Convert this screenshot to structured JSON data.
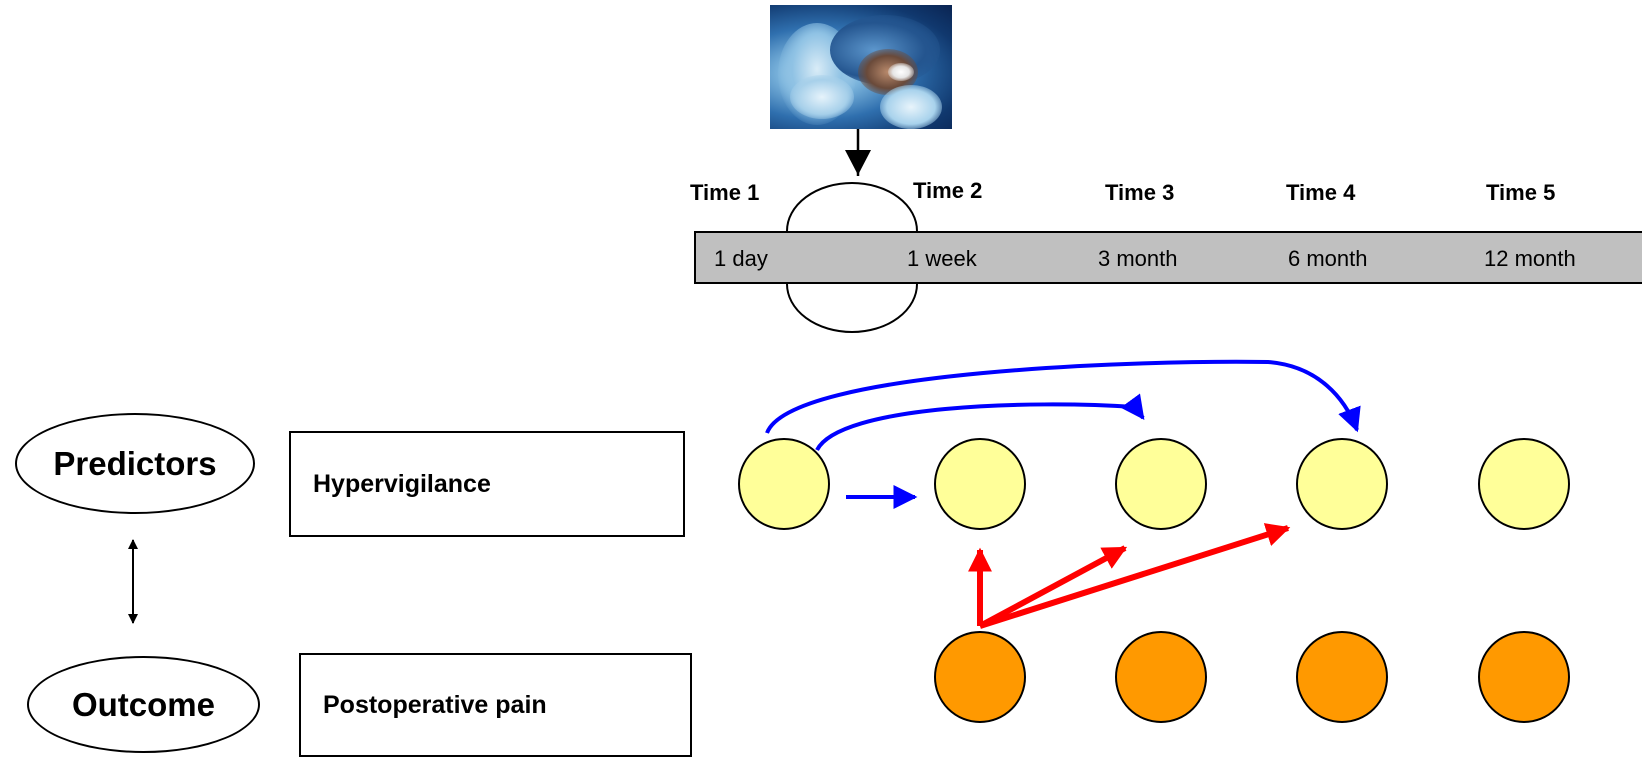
{
  "colors": {
    "predictor_fill": "#ffff99",
    "outcome_fill": "#ff9900",
    "timeline_fill": "#c0c0c0",
    "autoregressive_arrow": "#0000ff",
    "cross_lagged_arrow": "#ff0000"
  },
  "image": {
    "icon": "surgeons-photo"
  },
  "timepoints": [
    {
      "label": "Time 1",
      "interval": "1 day"
    },
    {
      "label": "Time 2",
      "interval": "1 week"
    },
    {
      "label": "Time 3",
      "interval": "3 month"
    },
    {
      "label": "Time 4",
      "interval": "6 month"
    },
    {
      "label": "Time 5",
      "interval": "12 month"
    }
  ],
  "legend": {
    "predictors": "Predictors",
    "outcome": "Outcome",
    "predictor_variable": "Hypervigilance",
    "outcome_variable": "Postoperative pain"
  },
  "nodes": {
    "predictor_times": [
      1,
      2,
      3,
      4,
      5
    ],
    "outcome_times": [
      2,
      3,
      4,
      5
    ]
  },
  "edges": {
    "blue": [
      {
        "from": "predictor-1",
        "to": "predictor-2"
      },
      {
        "from": "predictor-1",
        "to": "predictor-3"
      },
      {
        "from": "predictor-1",
        "to": "predictor-4"
      }
    ],
    "red": [
      {
        "from": "outcome-2",
        "to": "predictor-2"
      },
      {
        "from": "outcome-2",
        "to": "predictor-3"
      },
      {
        "from": "outcome-2",
        "to": "predictor-4"
      }
    ]
  }
}
